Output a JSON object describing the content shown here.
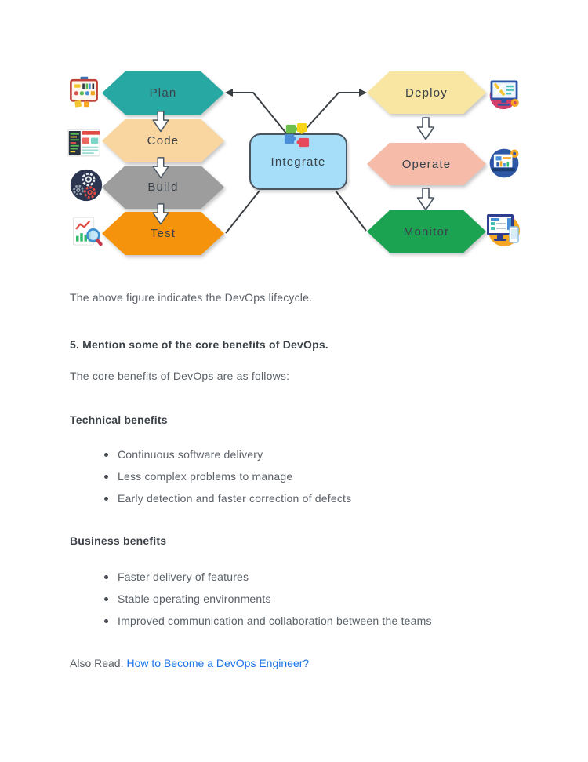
{
  "diagram": {
    "left_nodes": [
      {
        "label": "Plan",
        "color": "#28A8A2",
        "icon": "plan-board-icon"
      },
      {
        "label": "Code",
        "color": "#F9D6A0",
        "icon": "code-editor-icon"
      },
      {
        "label": "Build",
        "color": "#9D9D9D",
        "icon": "build-gears-icon"
      },
      {
        "label": "Test",
        "color": "#F6930D",
        "icon": "test-analysis-icon"
      }
    ],
    "center_node": {
      "label": "Integrate",
      "color": "#A6DEF9",
      "border_color": "#4A5560",
      "icon": "integrate-puzzle-icon"
    },
    "right_nodes": [
      {
        "label": "Deploy",
        "color": "#F9E6A2",
        "icon": "deploy-tools-icon"
      },
      {
        "label": "Operate",
        "color": "#F6BBA9",
        "icon": "operate-laptop-icon"
      },
      {
        "label": "Monitor",
        "color": "#1CA352",
        "icon": "monitor-checklist-icon"
      }
    ]
  },
  "content": {
    "caption": "The above figure indicates the DevOps lifecycle.",
    "question_heading": "5. Mention some of the core benefits of DevOps.",
    "intro": "The core benefits of DevOps are as follows:",
    "sections": [
      {
        "heading": "Technical benefits",
        "bullets": [
          "Continuous software delivery",
          "Less complex problems to manage",
          "Early detection and faster correction of defects"
        ]
      },
      {
        "heading": "Business benefits",
        "bullets": [
          "Faster delivery of features",
          "Stable operating environments",
          "Improved communication and collaboration between the teams"
        ]
      }
    ],
    "also_read": {
      "prefix": "Also Read:",
      "link_text": "How to Become a DevOps Engineer?",
      "link_color": "#1A73E8"
    }
  }
}
